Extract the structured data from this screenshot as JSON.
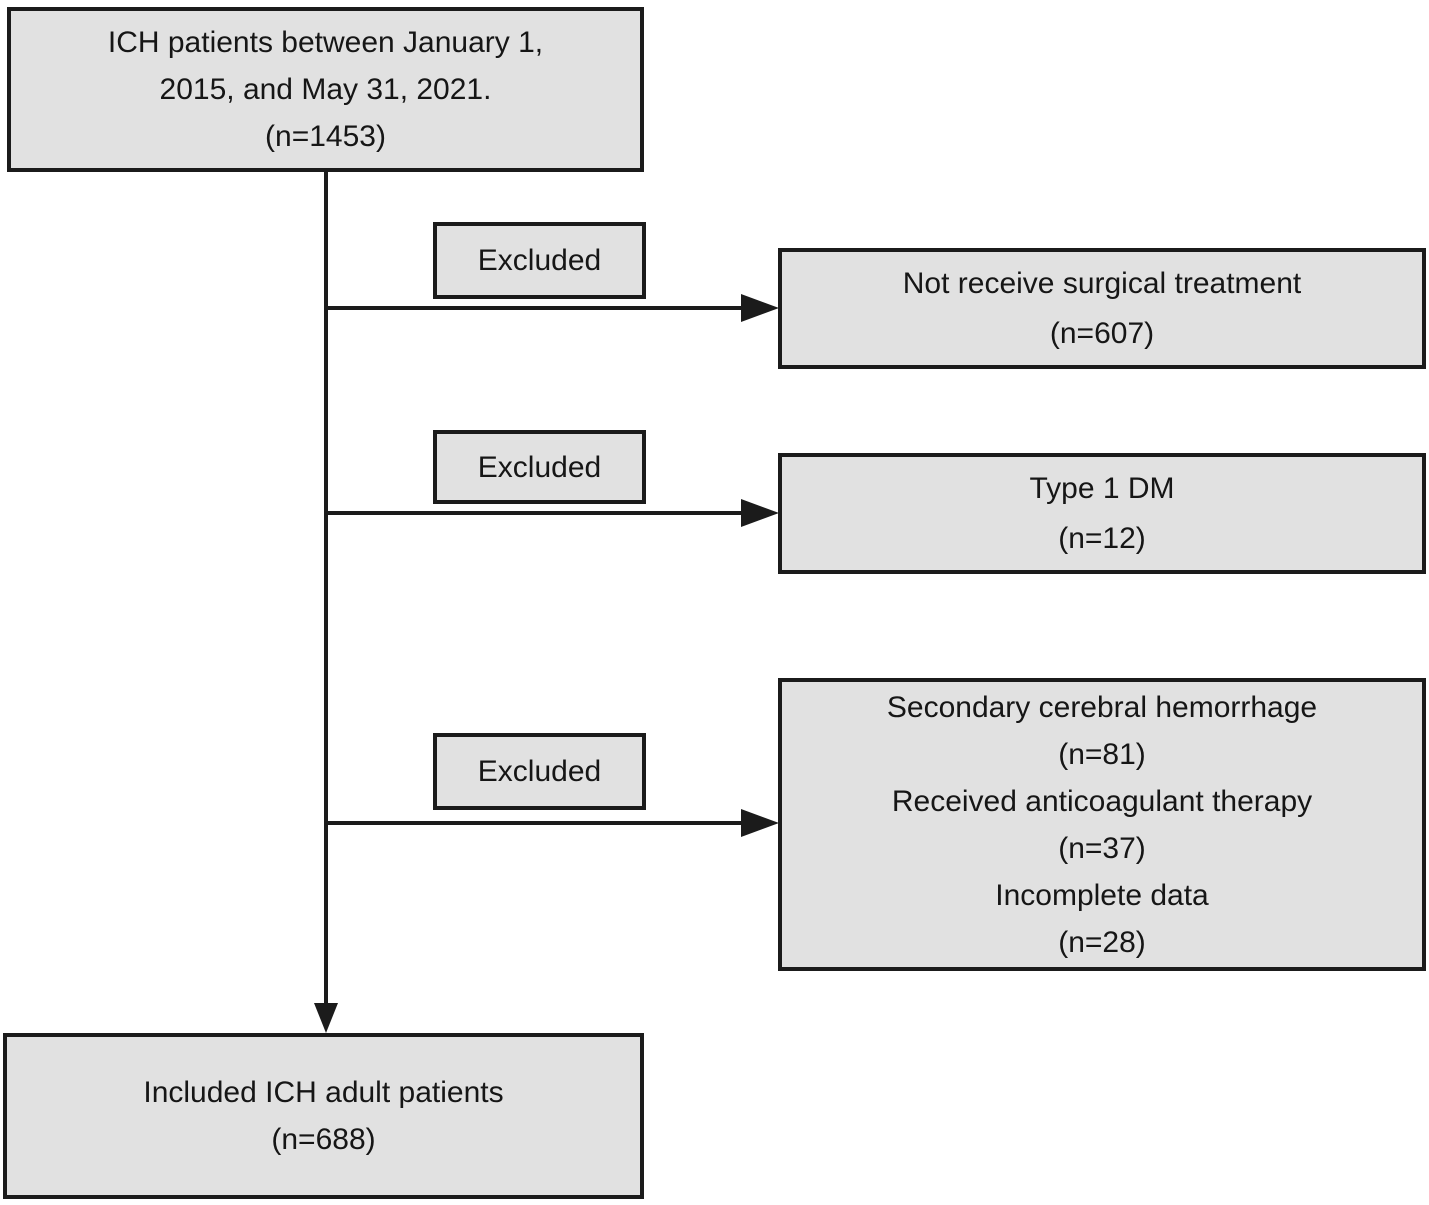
{
  "diagram": {
    "type": "study-flowchart",
    "colors": {
      "box_fill": "#e1e1e1",
      "box_border": "#1b1b1b",
      "connector": "#1b1b1b",
      "text": "#161616",
      "background": "#ffffff"
    },
    "initial_cohort": {
      "lines": [
        "ICH patients between January 1,",
        "2015, and May 31, 2021.",
        "(n=1453)"
      ]
    },
    "exclusion_rows": [
      {
        "label": "Excluded",
        "reasons": [
          "Not receive surgical treatment",
          "(n=607)"
        ]
      },
      {
        "label": "Excluded",
        "reasons": [
          "Type 1 DM",
          "(n=12)"
        ]
      },
      {
        "label": "Excluded",
        "reasons": [
          "Secondary cerebral hemorrhage",
          "(n=81)",
          "Received anticoagulant therapy",
          "(n=37)",
          "Incomplete data",
          "(n=28)"
        ]
      }
    ],
    "final_cohort": {
      "lines": [
        "Included ICH adult patients",
        "(n=688)"
      ]
    }
  }
}
